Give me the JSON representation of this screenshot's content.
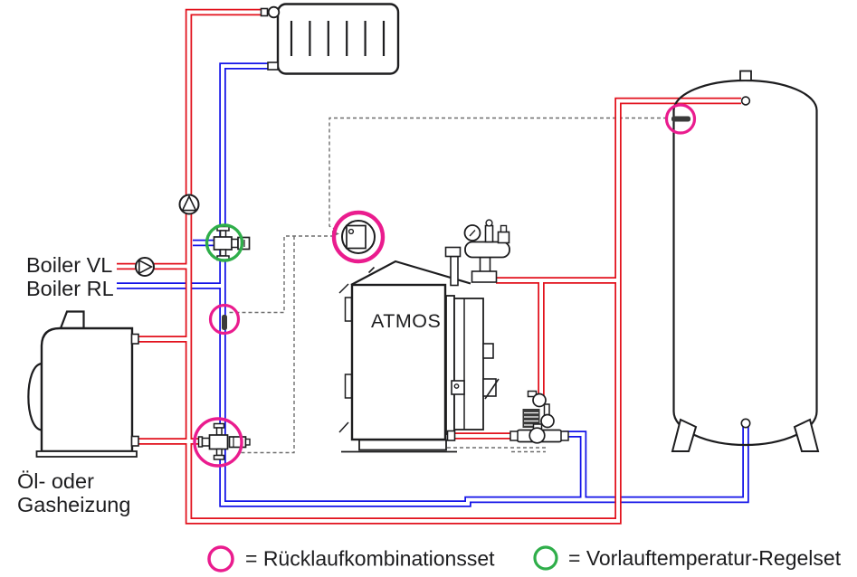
{
  "colors": {
    "pipe_red": "#e2111c",
    "pipe_blue": "#1313e8",
    "accent_pink": "#ea1c8e",
    "accent_green": "#2fae4a",
    "line_black": "#1d1d1f",
    "dash_gray": "#6e6e6e",
    "sensor_dark": "#3a3a3a"
  },
  "labels": {
    "boiler_vl": "Boiler VL",
    "boiler_rl": "Boiler RL",
    "heater_line1": "Öl- oder",
    "heater_line2": "Gasheizung",
    "atmos": "ATMOS"
  },
  "legend": {
    "items": [
      {
        "symbol": "pink-circle",
        "label": "= Rücklaufkombinationsset"
      },
      {
        "symbol": "green-circle",
        "label": "= Vorlauftemperatur-Regelset"
      }
    ]
  }
}
